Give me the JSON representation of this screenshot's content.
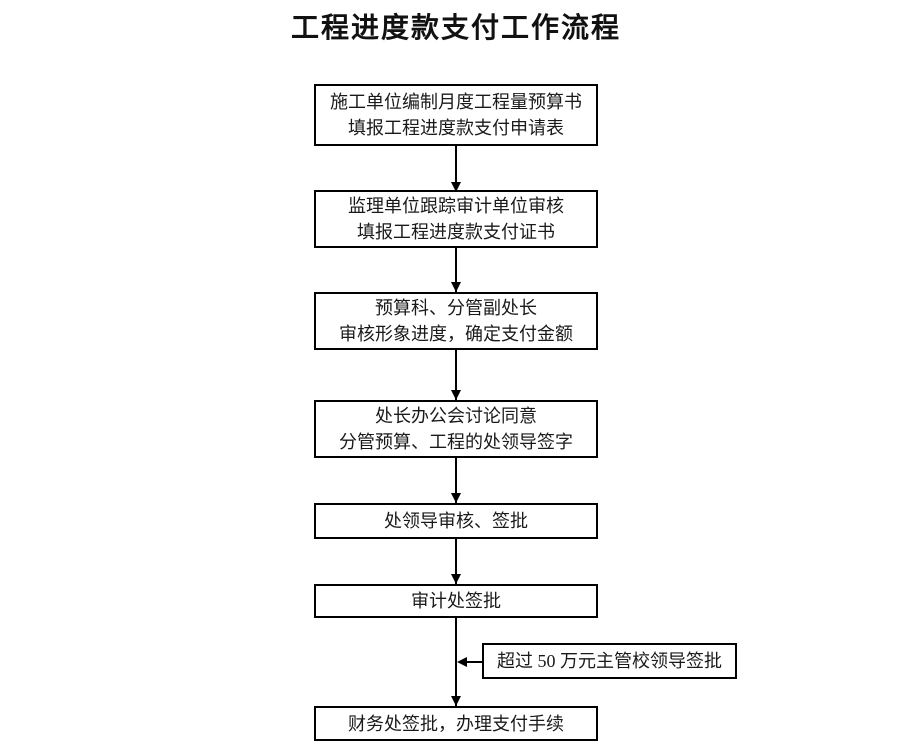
{
  "page": {
    "title": "工程进度款支付工作流程",
    "background_color": "#ffffff",
    "line_color": "#000000"
  },
  "flow": {
    "steps": [
      {
        "text": "施工单位编制月度工程量预算书\n填报工程进度款支付申请表"
      },
      {
        "text": "监理单位跟踪审计单位审核\n填报工程进度款支付证书"
      },
      {
        "text": "预算科、分管副处长\n审核形象进度，确定支付金额"
      },
      {
        "text": "处长办公会讨论同意\n分管预算、工程的处领导签字"
      },
      {
        "text": "处领导审核、签批"
      },
      {
        "text": "审计处签批"
      },
      {
        "text": "财务处签批，办理支付手续"
      }
    ],
    "side_note": {
      "text": "超过 50 万元主管校领导签批"
    }
  }
}
